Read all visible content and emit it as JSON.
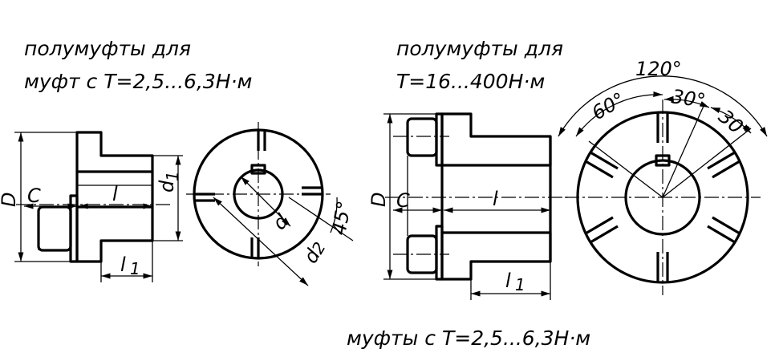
{
  "captions": {
    "left_line1": "полумуфты для",
    "left_line2": "муфт с Т=2,5...6,3Н·м",
    "right_line1": "полумуфты для",
    "right_line2": "Т=16...400Н·м",
    "bottom": "муфты с Т=2,5...6,3Н·м"
  },
  "labels": {
    "D": "D",
    "C": "C",
    "l": "l",
    "l1": "l",
    "sub1": "1",
    "sub2": "2",
    "d": "d",
    "d1": "d",
    "d2": "d",
    "angle45": "45°",
    "angle120": "120°",
    "angle60": "60°",
    "angle30": "30°"
  },
  "colors": {
    "line": "#000000",
    "background": "#ffffff"
  }
}
